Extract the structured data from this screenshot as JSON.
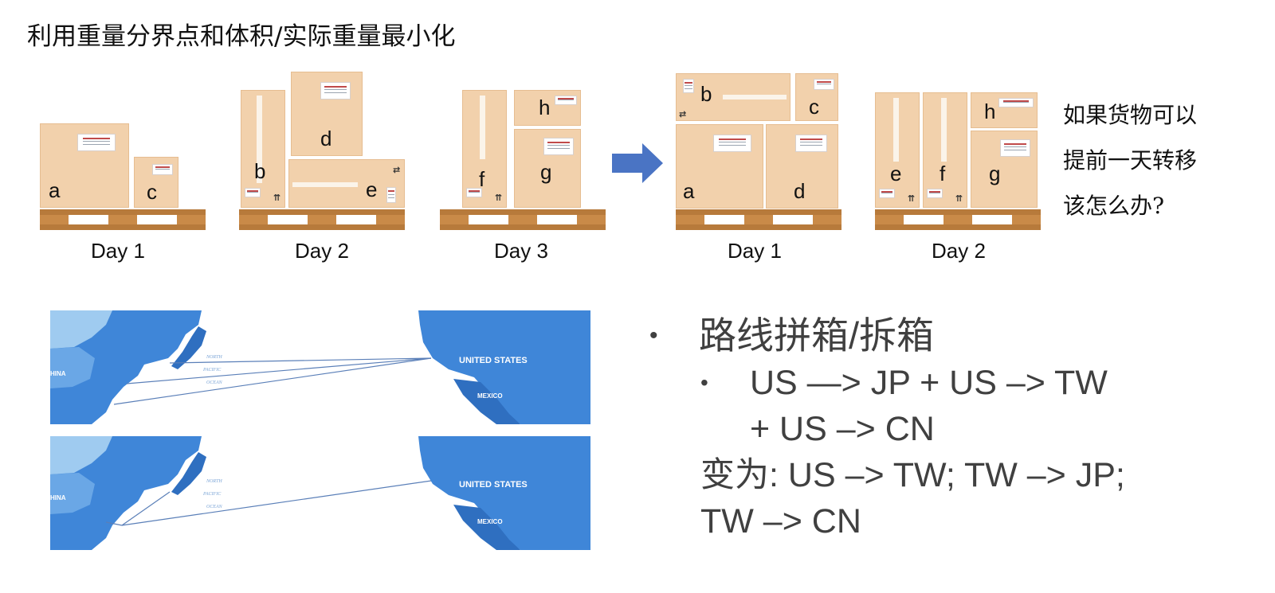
{
  "title": "利用重量分界点和体积/实际重量最小化",
  "before": {
    "days": [
      "Day 1",
      "Day 2",
      "Day 3"
    ],
    "boxes": [
      "a",
      "c",
      "b",
      "d",
      "e",
      "f",
      "h",
      "g"
    ]
  },
  "after": {
    "days": [
      "Day 1",
      "Day 2"
    ],
    "boxes": [
      "b",
      "c",
      "a",
      "d",
      "e",
      "f",
      "h",
      "g"
    ]
  },
  "side_note": [
    "如果货物可以",
    "提前一天转移",
    "该怎么办?"
  ],
  "map": {
    "labels": [
      "UNITED STATES",
      "MEXICO",
      "HINA",
      "NORTH",
      "PACIFIC",
      "OCEAN"
    ]
  },
  "bullets": {
    "main": "路线拼箱/拆箱",
    "sub_line1": "US —> JP + US –> TW",
    "sub_line2": "+ US –> CN",
    "result_line1": "变为: US –> TW; TW –> JP;",
    "result_line2": "TW –> CN"
  },
  "colors": {
    "box": "#f2d1ac",
    "pallet": "#b77a3b",
    "arrow": "#4a74c4",
    "ocean_land": "#3f86d8",
    "light_land": "#9fcbf0",
    "route_line": "#5a7fb8"
  }
}
